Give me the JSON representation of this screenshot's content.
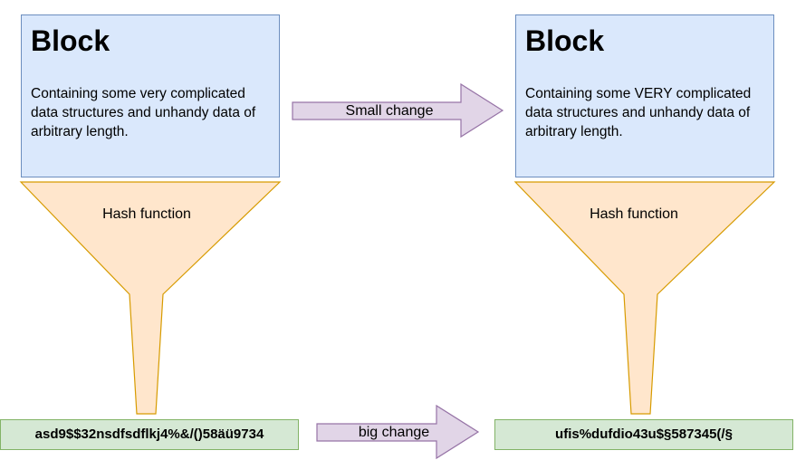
{
  "left": {
    "block_title": "Block",
    "block_text": "Containing some very complicated data structures and unhandy data of arbitrary length.",
    "funnel_label": "Hash function",
    "hash_output": "asd9$$32nsdfsdflkj4%&/()58äü9734"
  },
  "right": {
    "block_title": "Block",
    "block_text": "Containing some VERY complicated data structures and unhandy data of arbitrary length.",
    "funnel_label": "Hash function",
    "hash_output": "ufis%dufdio43u$§587345(/§"
  },
  "arrows": {
    "top_label": "Small change",
    "bottom_label": "big change"
  },
  "colors": {
    "block_fill": "#dae8fc",
    "block_stroke": "#6c8ebf",
    "funnel_fill": "#ffe6cc",
    "funnel_stroke": "#d79b00",
    "output_fill": "#d5e8d4",
    "output_stroke": "#82b366",
    "arrow_fill": "#e1d5e7",
    "arrow_stroke": "#9673a6"
  }
}
